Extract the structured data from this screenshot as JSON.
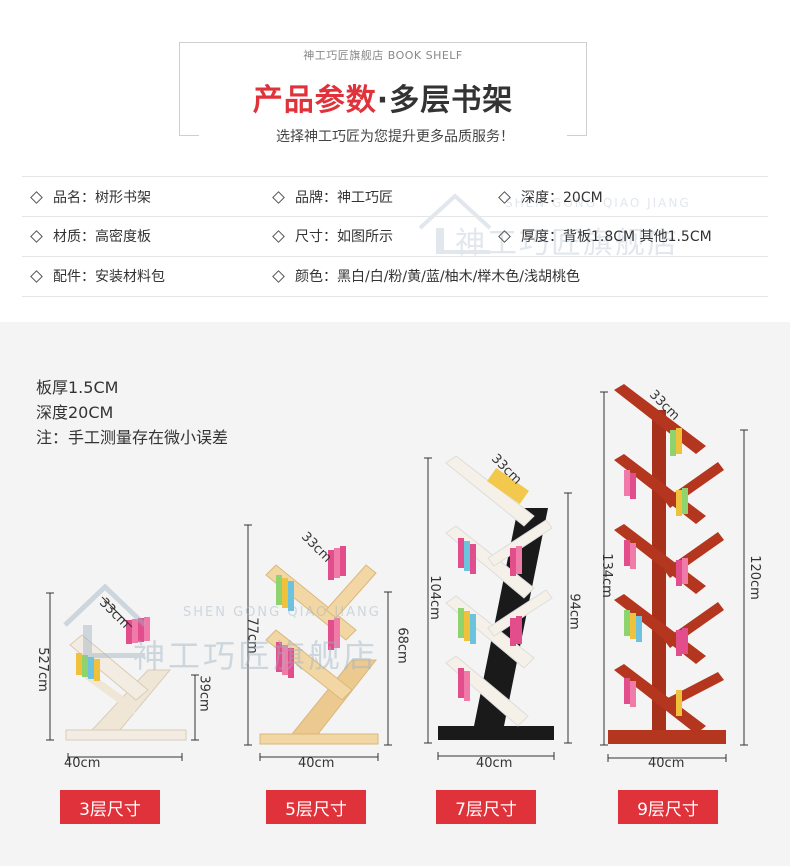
{
  "header": {
    "top_label": "神工巧匠旗舰店 BOOK SHELF",
    "title_red": "产品参数",
    "title_dot": "·",
    "title_dark": "多层书架",
    "subtitle": "选择神工巧匠为您提升更多品质服务！"
  },
  "specs": {
    "rows": [
      [
        "品名：树形书架",
        "品牌：神工巧匠",
        "深度：20CM"
      ],
      [
        "材质：高密度板",
        "尺寸：如图所示",
        "厚度：背板1.8CM 其他1.5CM"
      ],
      [
        "配件：安装材料包",
        "颜色：黑白/白/粉/黄/蓝/柚木/榉木色/浅胡桃色",
        ""
      ]
    ]
  },
  "watermark": {
    "en": "SHEN GONG QIAO JIANG",
    "cn": "神工巧匠旗舰店"
  },
  "notes": {
    "line1": "板厚1.5CM",
    "line2": "深度20CM",
    "line3": "注：手工测量存在微小误差"
  },
  "shelves": [
    {
      "label": "3层尺寸",
      "width": "40cm",
      "height": "527cm",
      "inner": "39cm",
      "shelf": "33cm"
    },
    {
      "label": "5层尺寸",
      "width": "40cm",
      "height": "77cm",
      "inner": "68cm",
      "shelf": "33cm"
    },
    {
      "label": "7层尺寸",
      "width": "40cm",
      "height": "104cm",
      "inner": "94cm",
      "shelf": "33cm"
    },
    {
      "label": "9层尺寸",
      "width": "40cm",
      "height": "134cm",
      "inner": "120cm",
      "shelf": "33cm"
    }
  ],
  "colors": {
    "accent": "#e0323a",
    "white_shelf": "#f3ece2",
    "natural_shelf": "#f2d7a4",
    "black_shelf": "#1a1a1a",
    "red_shelf": "#b4361e"
  }
}
